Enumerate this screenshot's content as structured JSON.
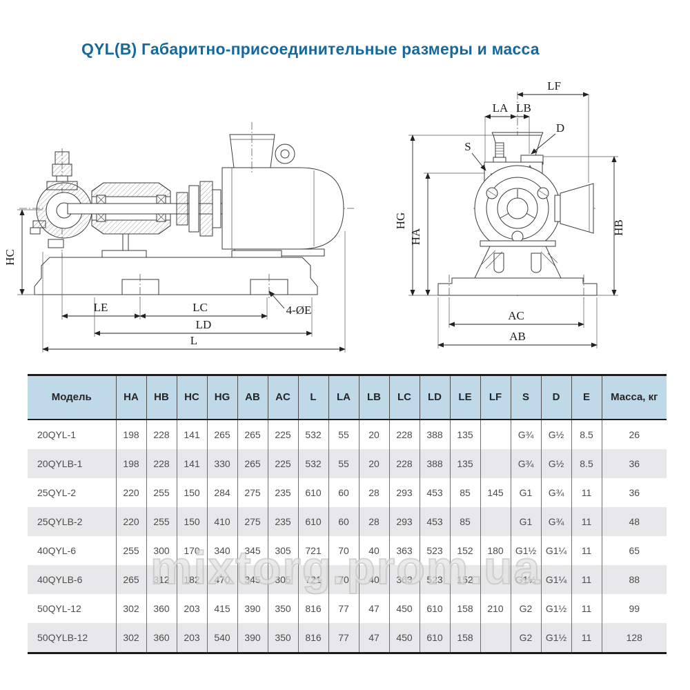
{
  "title": "QYL(B) Габаритно-присоединительные размеры и масса",
  "watermark": "mixtorg.prom.ua",
  "colors": {
    "title": "#17689b",
    "header_bg": "#bfd9e8",
    "row_alt_bg": "#e8e8ea",
    "drawing_line": "#3a3a3a"
  },
  "diagram_side": {
    "labels": {
      "hc": "HC",
      "le": "LE",
      "lc": "LC",
      "ld": "LD",
      "l": "L",
      "holes": "4-ØE"
    }
  },
  "diagram_front": {
    "labels": {
      "lf": "LF",
      "la": "LA",
      "lb": "LB",
      "d": "D",
      "s": "S",
      "hg": "HG",
      "ha": "HA",
      "hb": "HB",
      "ac": "AC",
      "ab": "AB"
    }
  },
  "table": {
    "columns": [
      "Модель",
      "HA",
      "HB",
      "HC",
      "HG",
      "AB",
      "AC",
      "L",
      "LA",
      "LB",
      "LC",
      "LD",
      "LE",
      "LF",
      "S",
      "D",
      "E",
      "Масса, кг"
    ],
    "rows": [
      {
        "model": "20QYL-1",
        "values": [
          "198",
          "228",
          "141",
          "265",
          "265",
          "225",
          "532",
          "55",
          "20",
          "228",
          "388",
          "135",
          "",
          "G¾",
          "G½",
          "8.5",
          "26"
        ]
      },
      {
        "model": "20QYLB-1",
        "values": [
          "198",
          "228",
          "141",
          "330",
          "265",
          "225",
          "532",
          "55",
          "20",
          "228",
          "388",
          "135",
          "",
          "G¾",
          "G½",
          "8.5",
          "36"
        ]
      },
      {
        "model": "25QYL-2",
        "values": [
          "220",
          "255",
          "150",
          "284",
          "275",
          "235",
          "610",
          "60",
          "28",
          "293",
          "453",
          "85",
          "145",
          "G1",
          "G¾",
          "11",
          "36"
        ]
      },
      {
        "model": "25QYLB-2",
        "values": [
          "220",
          "255",
          "150",
          "410",
          "275",
          "235",
          "610",
          "60",
          "28",
          "293",
          "453",
          "85",
          "",
          "G1",
          "G¾",
          "11",
          "48"
        ]
      },
      {
        "model": "40QYL-6",
        "values": [
          "255",
          "300",
          "170",
          "340",
          "345",
          "305",
          "721",
          "70",
          "40",
          "363",
          "523",
          "152",
          "180",
          "G1½",
          "G1¼",
          "11",
          "65"
        ]
      },
      {
        "model": "40QYLB-6",
        "values": [
          "265",
          "312",
          "182",
          "470",
          "345",
          "305",
          "721",
          "70",
          "40",
          "363",
          "523",
          "152",
          "",
          "G1½",
          "G1¼",
          "11",
          "88"
        ]
      },
      {
        "model": "50QYL-12",
        "values": [
          "302",
          "360",
          "203",
          "415",
          "390",
          "350",
          "816",
          "77",
          "47",
          "450",
          "610",
          "158",
          "210",
          "G2",
          "G1½",
          "11",
          "99"
        ]
      },
      {
        "model": "50QYLB-12",
        "values": [
          "302",
          "360",
          "203",
          "540",
          "390",
          "350",
          "816",
          "77",
          "47",
          "450",
          "610",
          "158",
          "",
          "G2",
          "G1½",
          "11",
          "128"
        ]
      }
    ]
  }
}
